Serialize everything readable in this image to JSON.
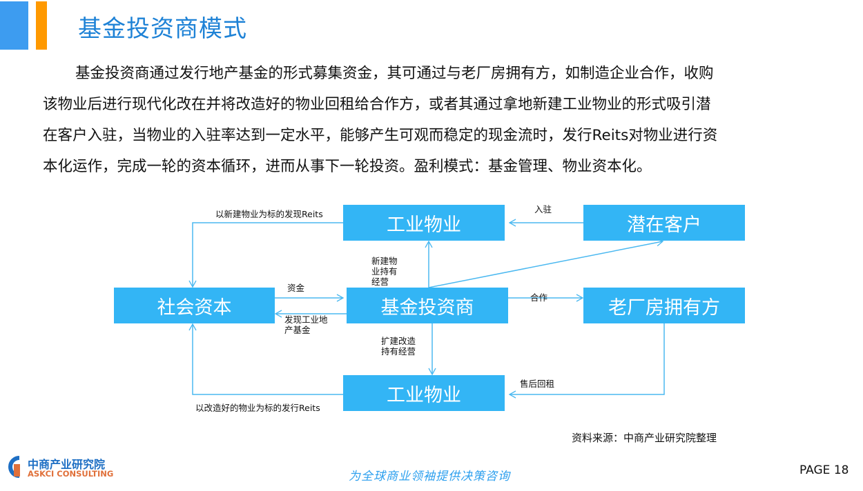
{
  "header": {
    "title": "基金投资商模式"
  },
  "paragraph": {
    "lines": [
      "基金投资商通过发行地产基金的形式募集资金，其可通过与老厂房拥有方，如制造企业合作，收购",
      "该物业后进行现代化改在并将改造好的物业回租给合作方，或者其通过拿地新建工业物业的形式吸引潜",
      "在客户入驻，当物业的入驻率达到一定水平，能够产生可观而稳定的现金流时，发行Reits对物业进行资",
      "本化运作，完成一轮的资本循环，进而从事下一轮投资。盈利模式：基金管理、物业资本化。"
    ]
  },
  "diagram": {
    "boxes": {
      "industrial_top": "工业物业",
      "potential_clients": "潜在客户",
      "social_capital": "社会资本",
      "fund_investor": "基金投资商",
      "old_factory_owner": "老厂房拥有方",
      "industrial_bottom": "工业物业"
    },
    "labels": {
      "top_reits": "以新建物业为标的发现Reits",
      "move_in": "入驻",
      "new_build": "新建物业持有经营",
      "funds": "资金",
      "discover_fund": "发现工业地产基金",
      "cooperate": "合作",
      "expand": "扩建改造持有经营",
      "leaseback": "售后回租",
      "bottom_reits": "以改造好的物业为标的发行Reits"
    },
    "colors": {
      "box": "#33b5f5",
      "line": "#4ab8f0"
    }
  },
  "footer": {
    "source": "资料来源：中商产业研究院整理",
    "logo_cn": "中商产业研究院",
    "logo_en": "ASKCI CONSULTING",
    "slogan": "为全球商业领袖提供决策咨询",
    "page": "PAGE  18"
  }
}
